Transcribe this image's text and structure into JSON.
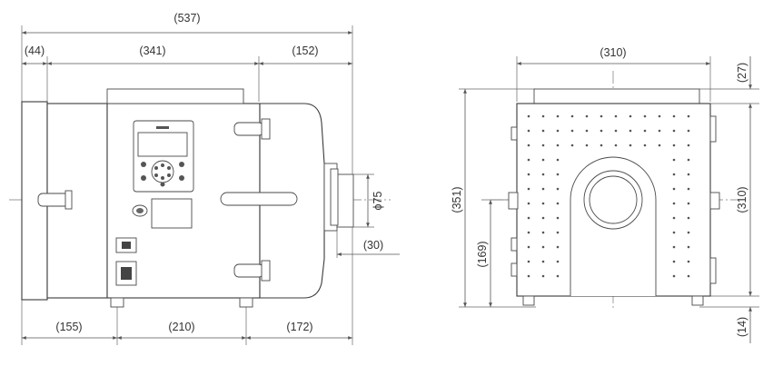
{
  "side_view": {
    "overall_length": "(537)",
    "front_cap": "(44)",
    "body_length": "(341)",
    "rear_section": "(152)",
    "bottom_left": "(155)",
    "bottom_mid": "(210)",
    "bottom_right": "(172)",
    "duct_diameter": "ϕ75",
    "duct_offset": "(30)"
  },
  "front_view": {
    "width": "(310)",
    "top_offset": "(27)",
    "overall_height": "(351)",
    "duct_height": "(169)",
    "side_height": "(310)",
    "foot_height": "(14)"
  }
}
